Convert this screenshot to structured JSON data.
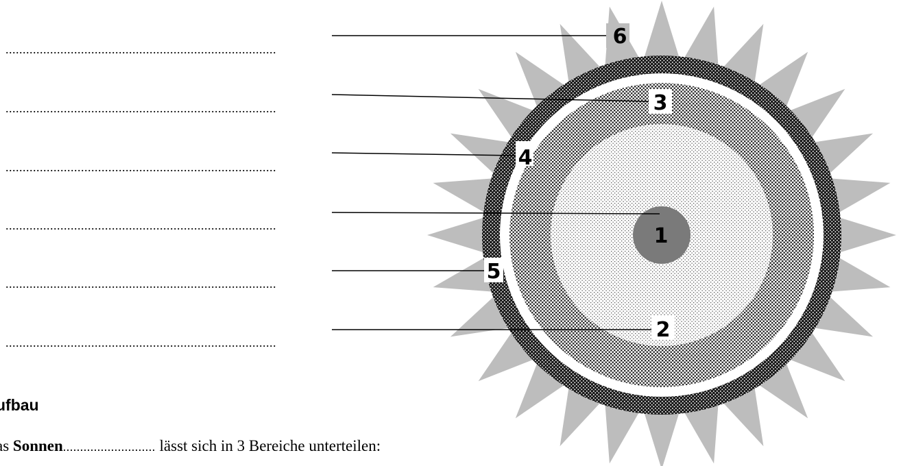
{
  "answer_lines": [
    {
      "dots": "..............................................................................."
    },
    {
      "dots": "..............................................................................."
    },
    {
      "dots": "..............................................................................."
    },
    {
      "dots": "..............................................................................."
    },
    {
      "dots": "..............................................................................."
    },
    {
      "dots": "..............................................................................."
    }
  ],
  "diagram": {
    "labels": [
      "6",
      "3",
      "4",
      "1",
      "5",
      "2"
    ],
    "colors": {
      "rays": "#bdbdbd",
      "outer_ring": "#1a1a1a",
      "gap_ring": "#ffffff",
      "middle_ring": "#3a3a3a",
      "inner_zone": "#9a9a9a",
      "core": "#7a7a7a"
    }
  },
  "section": {
    "heading": "ufbau",
    "sentence_start": "as ",
    "sentence_bold": "Sonnen",
    "sentence_gap": "...........................",
    "sentence_end": "lässt sich in 3 Bereiche unterteilen:"
  }
}
